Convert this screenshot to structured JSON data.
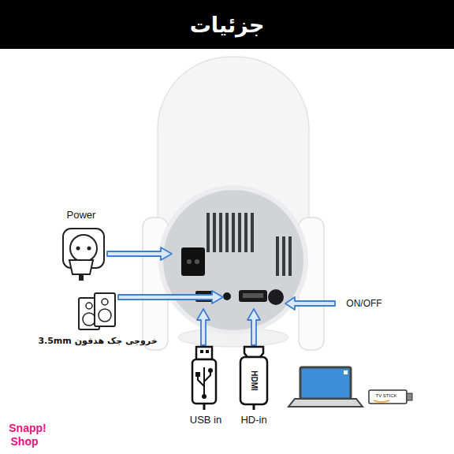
{
  "diagram": {
    "title": "جزئیات",
    "labels": [
      "Power",
      "ON/OFF",
      "خروجی جک هدفون 3.5mm",
      "USB in",
      "HD-in",
      "HDMI",
      "TV STICK",
      "Snapp!",
      "Shop"
    ]
  }
}
